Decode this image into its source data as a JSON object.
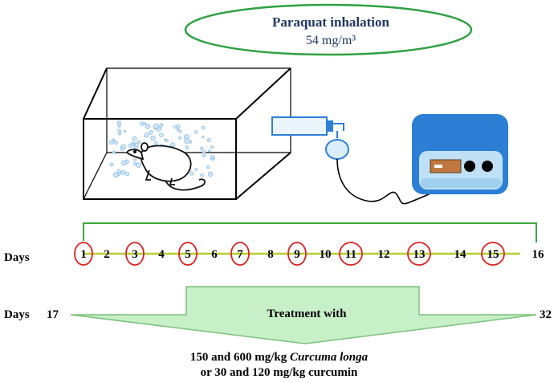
{
  "inhalation": {
    "title": "Paraquat inhalation",
    "dose": "54 mg/m³"
  },
  "exposure_timeline": {
    "label": "Days",
    "days": [
      "1",
      "2",
      "3",
      "4",
      "5",
      "6",
      "7",
      "8",
      "9",
      "10",
      "11",
      "12",
      "13",
      "14",
      "15",
      "16"
    ],
    "circled_days": [
      "1",
      "3",
      "5",
      "7",
      "9",
      "11",
      "13",
      "15"
    ]
  },
  "treatment": {
    "label": "Days",
    "start_day": "17",
    "end_day": "32",
    "arrow_text": "Treatment with",
    "line1_prefix": "150 and 600 mg/kg ",
    "line1_italic": "Curcuma longa",
    "line2": "or 30 and 120 mg/kg curcumin"
  },
  "colors": {
    "ellipse_stroke": "#2ea043",
    "bracket": "#3aa83a",
    "timeline": "#b8cc2c",
    "circle": "#e02020",
    "arrow_fill": "#c8f0c8",
    "arrow_stroke": "#7cc07c",
    "device": "#2d7fd6",
    "device_inner": "#bfe0f5",
    "title_text": "#1f3864"
  }
}
